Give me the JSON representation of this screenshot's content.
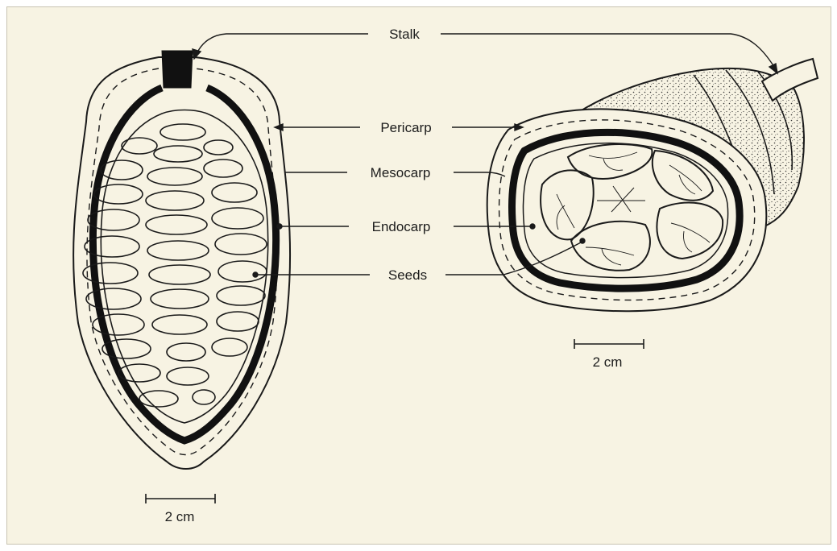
{
  "diagram": {
    "labels": {
      "stalk": "Stalk",
      "pericarp": "Pericarp",
      "mesocarp": "Mesocarp",
      "endocarp": "Endocarp",
      "seeds": "Seeds"
    },
    "scale_bars": {
      "left": "2 cm",
      "right": "2 cm"
    },
    "colors": {
      "paper": "#f7f3e3",
      "ink": "#1a1a1a"
    }
  }
}
